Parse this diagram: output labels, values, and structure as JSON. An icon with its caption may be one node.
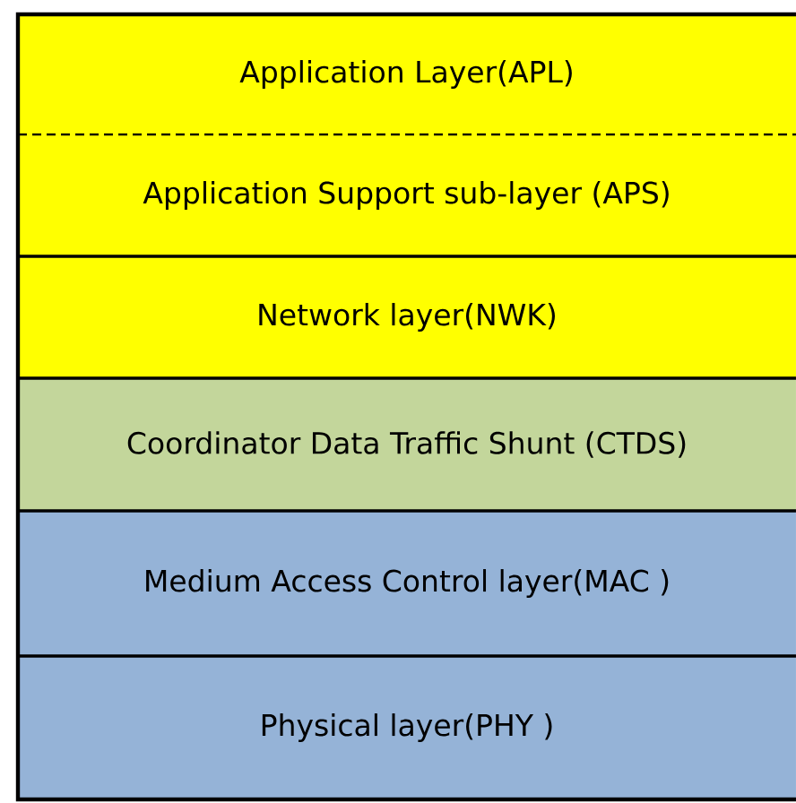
{
  "diagram": {
    "nodes": [
      {
        "text": [
          "Application Layer(APL)"
        ]
      },
      {
        "text": [
          "Application Support sub-layer (APS)"
        ]
      },
      {
        "text": [
          "Network layer(NWK)"
        ]
      },
      {
        "text": [
          "Coordinator Data Traffic Shunt (CTDS)"
        ]
      },
      {
        "text": [
          "Medium Access Control layer(MAC )"
        ]
      },
      {
        "text": [
          "Physical layer(PHY )"
        ]
      }
    ]
  }
}
